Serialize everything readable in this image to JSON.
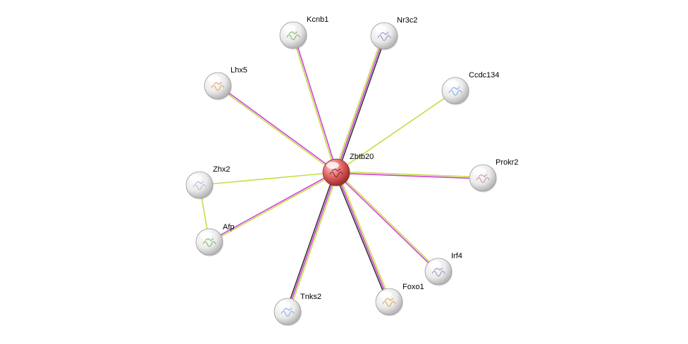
{
  "network": {
    "center": {
      "id": "zbtb20",
      "label": "Zbtb20",
      "color": "#e05a5a"
    },
    "nodes": [
      {
        "id": "kcnb1",
        "label": "Kcnb1"
      },
      {
        "id": "nr3c2",
        "label": "Nr3c2"
      },
      {
        "id": "lhx5",
        "label": "Lhx5"
      },
      {
        "id": "ccdc134",
        "label": "Ccdc134"
      },
      {
        "id": "prokr2",
        "label": "Prokr2"
      },
      {
        "id": "zhx2",
        "label": "Zhx2"
      },
      {
        "id": "afp",
        "label": "Afp"
      },
      {
        "id": "irf4",
        "label": "Irf4"
      },
      {
        "id": "foxo1",
        "label": "Foxo1"
      },
      {
        "id": "tnks2",
        "label": "Tnks2"
      }
    ],
    "edges": [
      {
        "from": "zbtb20",
        "to": "kcnb1",
        "colors": [
          "#c8dc46",
          "#d040d8"
        ]
      },
      {
        "from": "zbtb20",
        "to": "nr3c2",
        "colors": [
          "#c8dc46",
          "#d040d8",
          "#333333"
        ]
      },
      {
        "from": "zbtb20",
        "to": "lhx5",
        "colors": [
          "#c8dc46",
          "#d040d8"
        ]
      },
      {
        "from": "zbtb20",
        "to": "ccdc134",
        "colors": [
          "#c8dc46"
        ]
      },
      {
        "from": "zbtb20",
        "to": "prokr2",
        "colors": [
          "#c8dc46",
          "#d040d8"
        ]
      },
      {
        "from": "zbtb20",
        "to": "zhx2",
        "colors": [
          "#c8dc46"
        ]
      },
      {
        "from": "zbtb20",
        "to": "afp",
        "colors": [
          "#c8dc46",
          "#d040d8"
        ]
      },
      {
        "from": "zbtb20",
        "to": "irf4",
        "colors": [
          "#c8dc46",
          "#d040d8"
        ]
      },
      {
        "from": "zbtb20",
        "to": "foxo1",
        "colors": [
          "#c8dc46",
          "#d040d8",
          "#333333"
        ]
      },
      {
        "from": "zbtb20",
        "to": "tnks2",
        "colors": [
          "#c8dc46",
          "#d040d8",
          "#333333"
        ]
      },
      {
        "from": "zhx2",
        "to": "afp",
        "colors": [
          "#c8dc46"
        ]
      }
    ],
    "colors": {
      "node_fill": "#f2f2f2",
      "node_stroke": "#9a9a9a",
      "center_stroke": "#8a2a2a"
    }
  }
}
